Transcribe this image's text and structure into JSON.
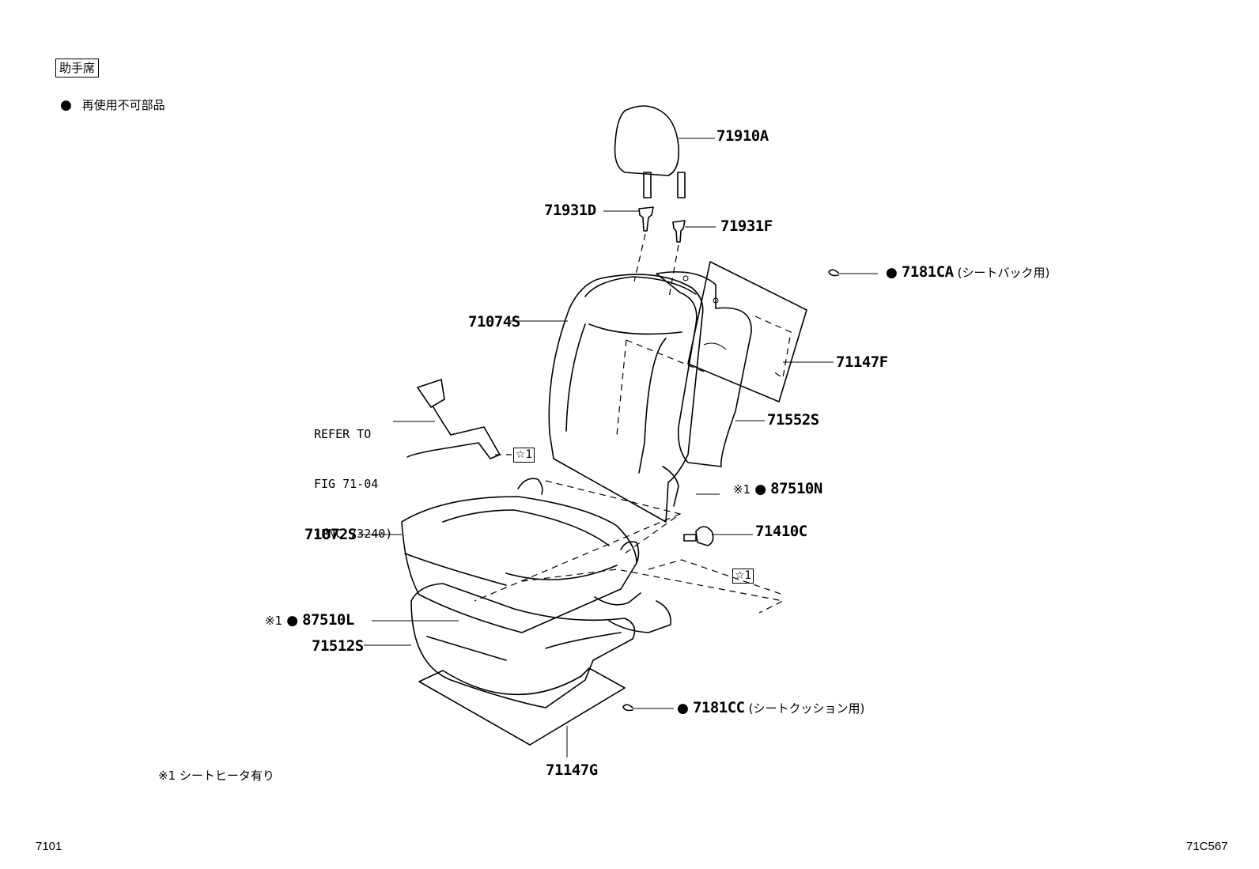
{
  "header": {
    "position_label": "助手席",
    "legend_symbol": "●",
    "legend_text": "再使用不可部品"
  },
  "parts": {
    "p71910A": "71910A",
    "p71931D": "71931D",
    "p71931F": "71931F",
    "p7181CA": "7181CA",
    "p7181CA_note": "(シートバック用)",
    "p71074S": "71074S",
    "p71147F": "71147F",
    "p71552S": "71552S",
    "p87510N": "87510N",
    "p71410C": "71410C",
    "p71072S": "71072S",
    "p87510L": "87510L",
    "p71512S": "71512S",
    "p7181CC": "7181CC",
    "p7181CC_note": "(シートクッション用)",
    "p71147G": "71147G"
  },
  "markers": {
    "heater_mark": "※1",
    "reused_dot": "●",
    "star_ref": "☆1"
  },
  "reference": {
    "line1": "REFER TO",
    "line2": "FIG 71-04",
    "line3": "(PNC 73240)"
  },
  "footnote": "※1 シートヒータ有り",
  "footer": {
    "page_code": "7101",
    "figure_code": "71C567"
  }
}
